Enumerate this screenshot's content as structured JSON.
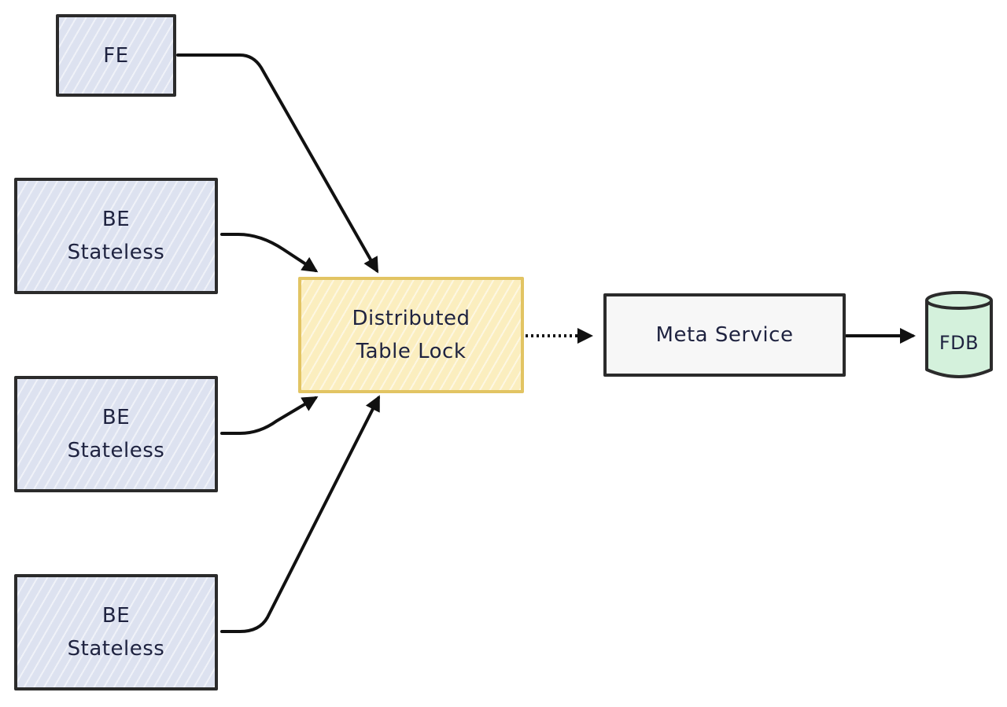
{
  "diagram": {
    "nodes": {
      "fe": {
        "line1": "FE"
      },
      "be1": {
        "line1": "BE",
        "line2": "Stateless"
      },
      "be2": {
        "line1": "BE",
        "line2": "Stateless"
      },
      "be3": {
        "line1": "BE",
        "line2": "Stateless"
      },
      "lock": {
        "line1": "Distributed",
        "line2": "Table Lock"
      },
      "meta": {
        "line1": "Meta Service"
      },
      "fdb": {
        "line1": "FDB"
      }
    },
    "edges": [
      {
        "from": "fe",
        "to": "lock",
        "style": "solid"
      },
      {
        "from": "be1",
        "to": "lock",
        "style": "solid"
      },
      {
        "from": "be2",
        "to": "lock",
        "style": "solid"
      },
      {
        "from": "be3",
        "to": "lock",
        "style": "solid"
      },
      {
        "from": "lock",
        "to": "meta",
        "style": "dotted"
      },
      {
        "from": "meta",
        "to": "fdb",
        "style": "solid"
      }
    ],
    "colors": {
      "node_fill_blue": "#dde2f0",
      "lock_fill": "#fbeebf",
      "lock_border": "#e2c463",
      "meta_fill": "#f7f7f7",
      "db_fill": "#d4f1dc",
      "stroke": "#2b2b2b",
      "text": "#1f2340"
    }
  }
}
